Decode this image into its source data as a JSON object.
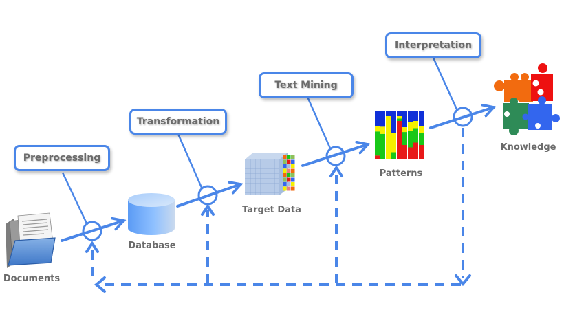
{
  "title": "Text mining process",
  "colors": {
    "accent": "#4a86e8",
    "label_text": "#6b6b6b",
    "pattern_blue": "#1030d8",
    "pattern_yellow": "#f5f000",
    "pattern_green": "#18c818",
    "pattern_red": "#e81818",
    "puzzle_orange": "#f26b0f",
    "puzzle_red": "#ee1111",
    "puzzle_green": "#2e8b57",
    "puzzle_blue": "#3366ee"
  },
  "steps": [
    {
      "label": "Preprocessing"
    },
    {
      "label": "Transformation"
    },
    {
      "label": "Text Mining"
    },
    {
      "label": "Interpretation"
    }
  ],
  "nodes": [
    {
      "label": "Documents",
      "icon": "folder-documents-icon"
    },
    {
      "label": "Database",
      "icon": "database-cylinder-icon"
    },
    {
      "label": "Target Data",
      "icon": "data-cube-icon"
    },
    {
      "label": "Patterns",
      "icon": "pattern-bars-icon"
    },
    {
      "label": "Knowledge",
      "icon": "puzzle-pieces-icon"
    }
  ],
  "feedback": {
    "style": "dashed",
    "description": "Feedback loop from Interpretation back to each earlier stage"
  }
}
